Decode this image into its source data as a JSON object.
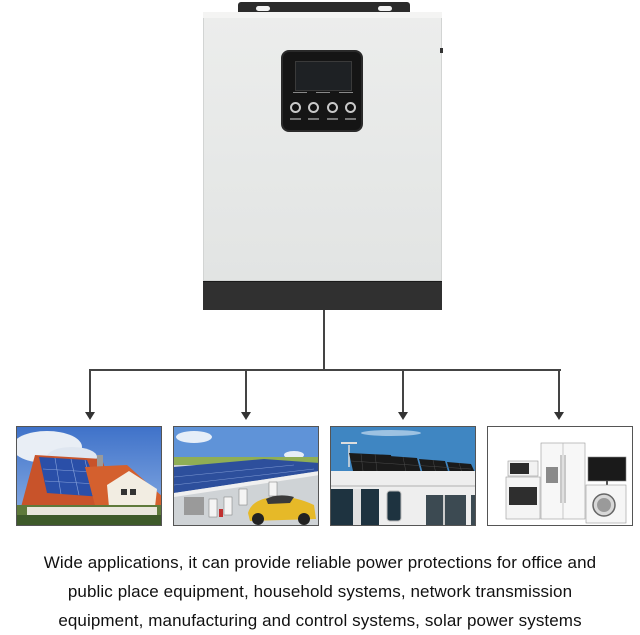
{
  "product": {
    "name": "solar inverter",
    "colors": {
      "body": "#e8eae9",
      "base": "#303030",
      "panel": "#151515"
    },
    "control_panel": {
      "buttons": [
        "button-1",
        "button-2",
        "button-3",
        "button-4"
      ]
    }
  },
  "applications": [
    {
      "id": "home",
      "label": "residential house with rooftop solar panels",
      "icon": "house-solar-image"
    },
    {
      "id": "public",
      "label": "solar carport with charging stations and yellow sports car",
      "icon": "solar-carport-image"
    },
    {
      "id": "vehicle",
      "label": "RV with solar panels on roof",
      "icon": "rv-solar-image"
    },
    {
      "id": "appliances",
      "label": "household appliances: microwave, oven, refrigerator, TV, washing machine",
      "icon": "appliances-image"
    }
  ],
  "caption": {
    "lines": [
      "Wide applications, it can provide reliable power protections for office and",
      "public place equipment, household systems, network transmission",
      "equipment, manufacturing and control systems, solar power systems"
    ]
  }
}
